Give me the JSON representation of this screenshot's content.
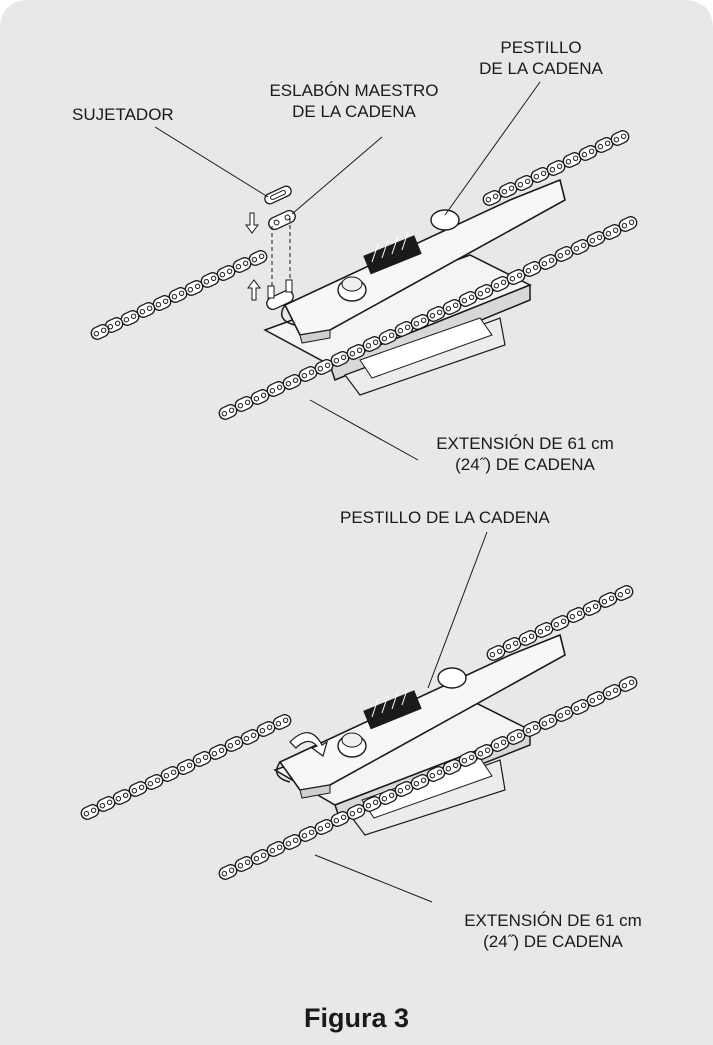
{
  "figure": {
    "caption": "Figura 3",
    "background_color": "#e8e8e6",
    "line_color": "#1a1a1a"
  },
  "top_illustration": {
    "labels": {
      "chain_latch_line1": "PESTILLO",
      "chain_latch_line2": "DE LA CADENA",
      "master_link_line1": "ESLABÓN MAESTRO",
      "master_link_line2": "DE LA CADENA",
      "fastener": "SUJETADOR",
      "extension_line1": "EXTENSIÓN DE 61 cm",
      "extension_line2": "(24˝) DE CADENA"
    }
  },
  "bottom_illustration": {
    "labels": {
      "chain_latch": "PESTILLO DE LA CADENA",
      "extension_line1": "EXTENSIÓN DE 61 cm",
      "extension_line2": "(24˝) DE CADENA"
    }
  }
}
